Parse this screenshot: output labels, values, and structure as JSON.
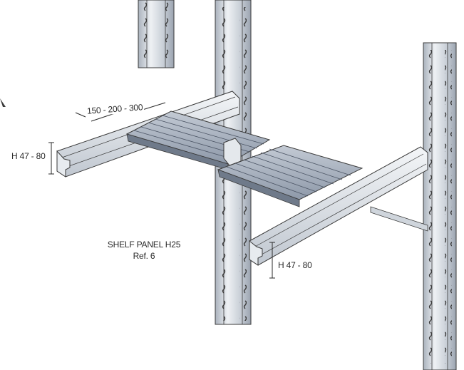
{
  "labels": {
    "shelf_depth": "150 - 200 - 300",
    "beam_height_left": "H 47 - 80",
    "beam_height_right": "H 47 - 80",
    "panel_name": "SHELF PANEL H25",
    "panel_ref": "Ref. 6"
  },
  "colors": {
    "line": "#3a3a3a",
    "steel": "#d9dde3",
    "steel_dark": "#8d96a3",
    "panel": "#9aa6b6",
    "panel_light": "#c4ccd7",
    "panel_dark": "#5e6878"
  }
}
